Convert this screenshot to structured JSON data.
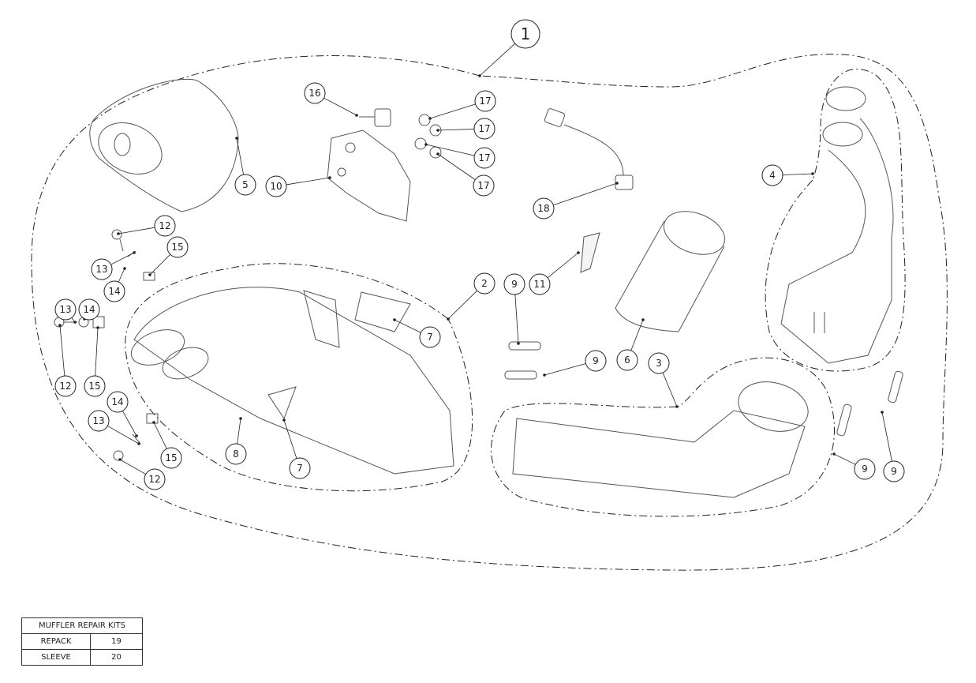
{
  "diagram": {
    "callouts": [
      "1",
      "16",
      "17",
      "17",
      "17",
      "17",
      "5",
      "10",
      "18",
      "4",
      "12",
      "15",
      "13",
      "14",
      "11",
      "2",
      "9",
      "13",
      "14",
      "7",
      "6",
      "9",
      "3",
      "12",
      "15",
      "14",
      "13",
      "8",
      "15",
      "7",
      "12",
      "9",
      "9"
    ]
  },
  "repair_kits": {
    "title": "MUFFLER REPAIR KITS",
    "rows": [
      {
        "name": "REPACK",
        "number": "19"
      },
      {
        "name": "SLEEVE",
        "number": "20"
      }
    ]
  }
}
